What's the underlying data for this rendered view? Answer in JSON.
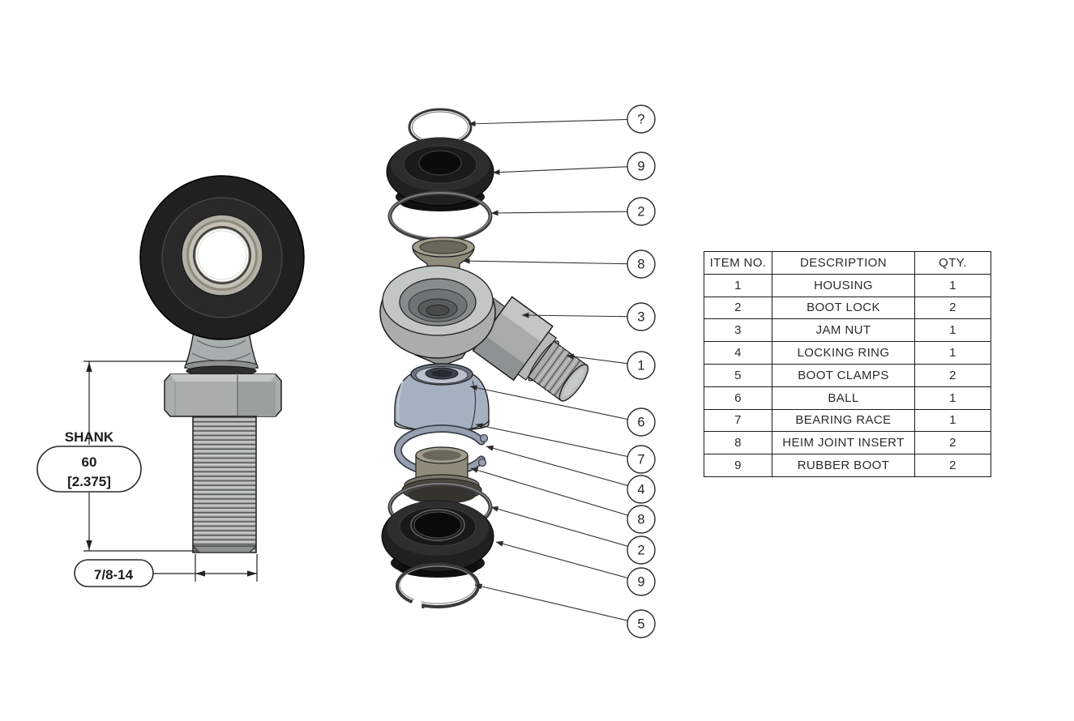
{
  "left_view": {
    "shank_label": "SHANK",
    "shank_value": "60",
    "shank_secondary": "[2.375]",
    "thread_spec": "7/8-14"
  },
  "balloons": [
    {
      "label": "?",
      "target": "boot clamp (top)"
    },
    {
      "label": "9",
      "target": "rubber boot (top)"
    },
    {
      "label": "2",
      "target": "boot lock (top)"
    },
    {
      "label": "8",
      "target": "heim joint insert (top)"
    },
    {
      "label": "3",
      "target": "jam nut"
    },
    {
      "label": "1",
      "target": "housing"
    },
    {
      "label": "6",
      "target": "ball"
    },
    {
      "label": "7",
      "target": "bearing race"
    },
    {
      "label": "4",
      "target": "locking ring"
    },
    {
      "label": "8",
      "target": "heim joint insert (bottom)"
    },
    {
      "label": "2",
      "target": "boot lock (bottom)"
    },
    {
      "label": "9",
      "target": "rubber boot (bottom)"
    },
    {
      "label": "5",
      "target": "boot clamp (bottom)"
    }
  ],
  "table": {
    "headers": [
      "ITEM NO.",
      "DESCRIPTION",
      "QTY."
    ],
    "rows": [
      [
        "1",
        "HOUSING",
        "1"
      ],
      [
        "2",
        "BOOT LOCK",
        "2"
      ],
      [
        "3",
        "JAM NUT",
        "1"
      ],
      [
        "4",
        "LOCKING RING",
        "1"
      ],
      [
        "5",
        "BOOT CLAMPS",
        "2"
      ],
      [
        "6",
        "BALL",
        "1"
      ],
      [
        "7",
        "BEARING RACE",
        "1"
      ],
      [
        "8",
        "HEIM JOINT INSERT",
        "2"
      ],
      [
        "9",
        "RUBBER BOOT",
        "2"
      ]
    ]
  },
  "colors": {
    "background": "#ffffff",
    "part_black": "#202020",
    "metal_gray": "#a9aead",
    "metal_light": "#c2c6c5",
    "ball_blue_gray": "#a6b0c0",
    "insert_tan": "#8f8a7a",
    "line": "#2a2a2a"
  }
}
